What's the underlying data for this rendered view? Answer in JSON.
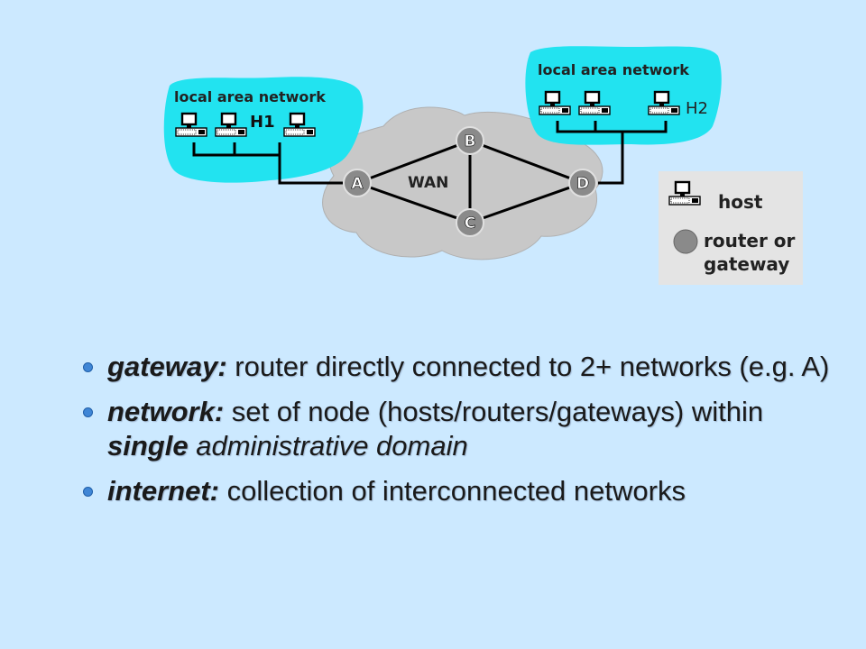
{
  "diagram": {
    "lan_left_label": "local area network",
    "lan_right_label": "local area network",
    "h1_label": "H1",
    "h2_label": "H2",
    "wan_label": "WAN",
    "routers": [
      "A",
      "B",
      "C",
      "D"
    ],
    "legend": {
      "host_label": "host",
      "router_label_line1": "router or",
      "router_label_line2": "gateway"
    },
    "colors": {
      "background": "#cce9ff",
      "lan_cloud": "#22e3f0",
      "wan_cloud": "#c8c8c8",
      "router": "#8a8a8a",
      "legend_box": "#e4e4e4",
      "bullet": "#3f86d6"
    }
  },
  "bullets": [
    {
      "term": "gateway:",
      "text": " router directly connected to 2+ networks (e.g. A)"
    },
    {
      "term": "network:",
      "text": " set of node (hosts/routers/gateways) within ",
      "emph_bold": "single",
      "emph_italic": " administrative domain"
    },
    {
      "term": "internet:",
      "text": " collection of interconnected networks"
    }
  ]
}
